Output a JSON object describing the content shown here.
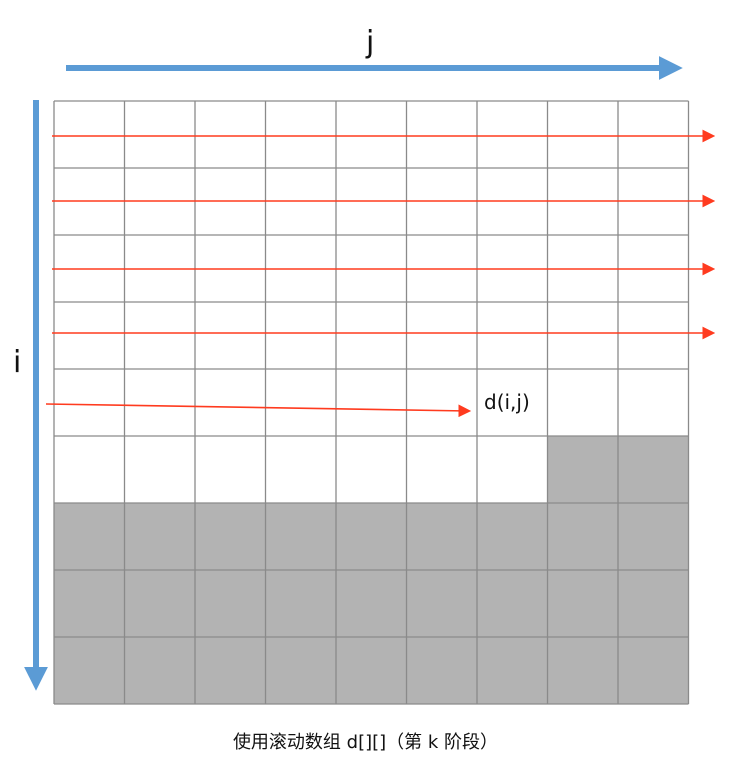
{
  "axes": {
    "j_label": "j",
    "i_label": "i"
  },
  "grid": {
    "rows": 9,
    "cols": 9,
    "current_cell": {
      "row": 5,
      "col": 7
    },
    "filled_color": "#b3b3b3",
    "line_color": "#8a8a8a",
    "blank_color": "#ffffff"
  },
  "colors": {
    "axis_arrow": "#5b9bd5",
    "scan_arrow": "#ff3b1f"
  },
  "cell_label": "d(i,j)",
  "caption": "使用滚动数组 d[][]（第 k 阶段）"
}
